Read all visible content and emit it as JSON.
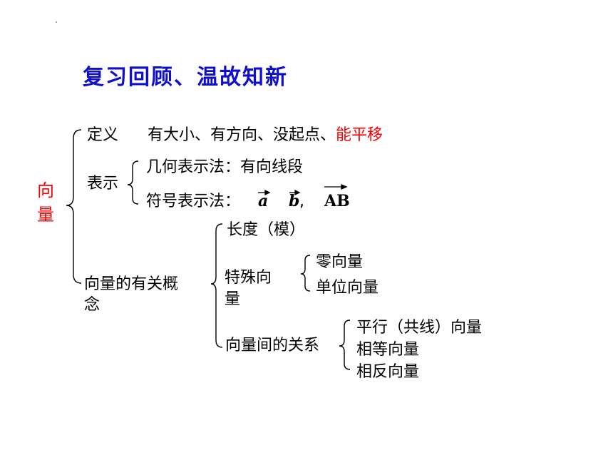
{
  "title": "复习回顾、温故知新",
  "root": {
    "line1": "向",
    "line2": "量"
  },
  "definition": {
    "label": "定义",
    "text": "有大小、有方向、没起点、",
    "highlight": "能平移"
  },
  "representation": {
    "label": "表示",
    "geometric": "几何表示法：有向线段",
    "symbolic": "符号表示法：",
    "symbols": [
      "a",
      "b",
      "AB"
    ],
    "separator": ","
  },
  "concepts": {
    "label_line1": "向量的有关概",
    "label_line2": "念",
    "length": "长度（模）",
    "special": {
      "label_line1": "特殊向",
      "label_line2": "量",
      "items": [
        "零向量",
        "单位向量"
      ]
    },
    "relations": {
      "label": "向量间的关系",
      "items": [
        "平行（共线）向量",
        "相等向量",
        "相反向量"
      ]
    }
  },
  "colors": {
    "title": "#1010cc",
    "root": "#ff0000",
    "highlight": "#ff0000"
  }
}
